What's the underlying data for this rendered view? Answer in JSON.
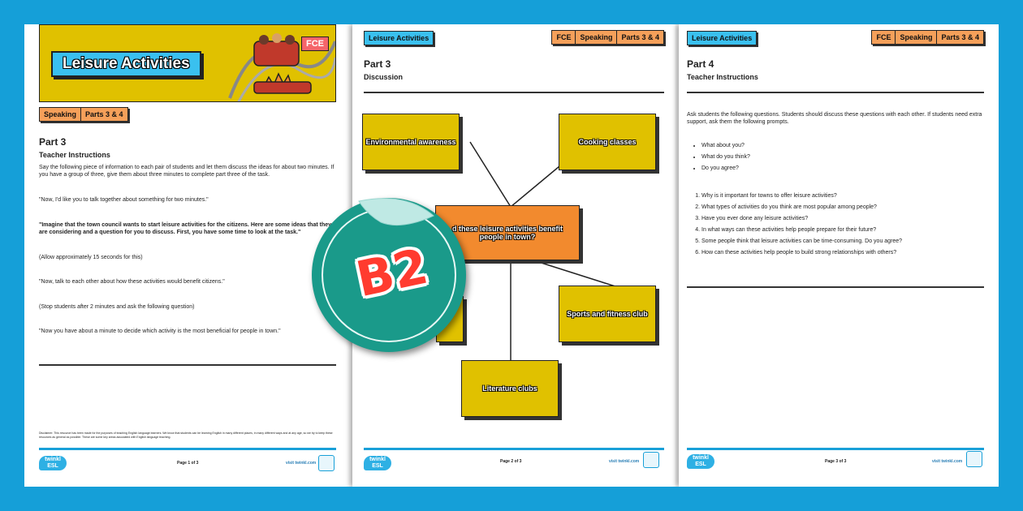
{
  "page1": {
    "banner_title": "Leisure Activities",
    "fce_badge": "FCE",
    "tags": [
      "Speaking",
      "Parts 3 & 4"
    ],
    "part": "Part 3",
    "subtitle": "Teacher Instructions",
    "intro": "Say the following piece of information to each pair of students and let them discuss the ideas for about two minutes. If you have a group of three, give them about three minutes to complete part three of the task.",
    "line1": "\"Now, I'd like you to talk together about something for two minutes.\"",
    "line2": "\"Imagine that the town council wants to start leisure activities for the citizens. Here are some ideas that they are considering and a question for you to discuss. First, you have some time to look at the task.\"",
    "line3": "(Allow approximately 15 seconds for this)",
    "line4": "\"Now, talk to each other about how these activities would benefit citizens.\"",
    "line5": "(Stop students after 2 minutes and ask the following question)",
    "line6": "\"Now you have about a minute to decide which activity is the most beneficial for people in town.\"",
    "disclaimer": "Disclaimer: This resource has been made for the purposes of teaching English language learners. We know that students can be learning English in many different places, in many different ways and at any age, so we try to keep these resources as general as possible. These are some key areas associated with English language teaching.",
    "logo": "twinkl ESL",
    "page_num": "Page 1 of 3",
    "visit": "visit twinkl.com"
  },
  "page2": {
    "tag_title": "Leisure Activities",
    "tags": [
      "FCE",
      "Speaking",
      "Parts 3 & 4"
    ],
    "part": "Part 3",
    "subtitle": "Discussion",
    "box_env": "Environmental awareness",
    "box_cook": "Cooking classes",
    "box_center": "d these leisure activities benefit people in town?",
    "box_sports": "Sports and fitness club",
    "box_lit": "Literature clubs",
    "logo": "twinkl ESL",
    "page_num": "Page 2 of 3",
    "visit": "visit twinkl.com"
  },
  "page3": {
    "tag_title": "Leisure Activities",
    "tags": [
      "FCE",
      "Speaking",
      "Parts 3 & 4"
    ],
    "part": "Part 4",
    "subtitle": "Teacher Instructions",
    "intro": "Ask students the following questions. Students should discuss these questions with each other. If students need extra support, ask them the following prompts.",
    "prompts": [
      "What about you?",
      "What do you think?",
      "Do you agree?"
    ],
    "questions": [
      "Why is it important for towns to offer leisure activities?",
      "What types of activities do you think are most popular among people?",
      "Have you ever done any leisure activities?",
      "In what ways can these activities help people prepare for their future?",
      "Some people think that leisure activities can be time-consuming. Do you agree?",
      "How can these activities help people to build strong relationships with others?"
    ],
    "logo": "twinkl ESL",
    "page_num": "Page 3 of 3",
    "visit": "visit twinkl.com"
  },
  "level_badge": "B2",
  "colors": {
    "background": "#159fd8",
    "badge": "#1a9a8a",
    "banner": "#e0c100",
    "accent_orange": "#f5a05a"
  }
}
